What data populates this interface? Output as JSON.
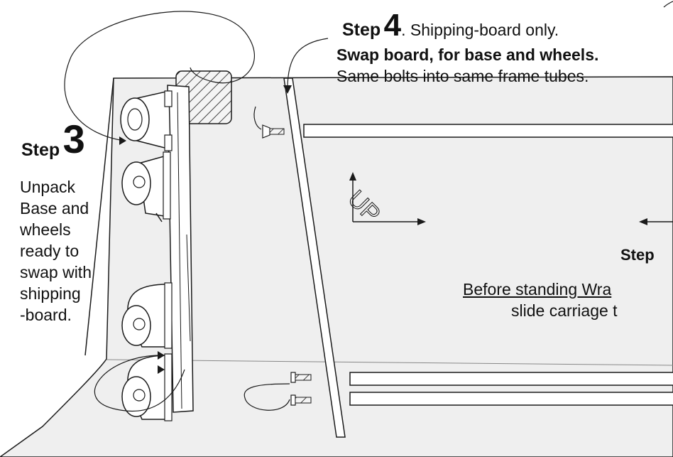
{
  "step4": {
    "word": "Step",
    "number": "4",
    "suffix": ". Shipping-board only.",
    "line2": "Swap board, for base and wheels.",
    "line3": "Same bolts into same frame tubes."
  },
  "step3": {
    "word": "Step",
    "number": "3",
    "lines": [
      "Unpack",
      "Base and",
      "wheels",
      "ready to",
      "swap with",
      "shipping",
      "-board."
    ]
  },
  "step_right": {
    "word": "Step",
    "line1": "Before standing Wra",
    "line2": "slide carriage t"
  },
  "labels": {
    "up": "UP"
  },
  "colors": {
    "panel": "#efefef",
    "ink": "#1a1a1a",
    "wood_hatch": "#555555"
  }
}
